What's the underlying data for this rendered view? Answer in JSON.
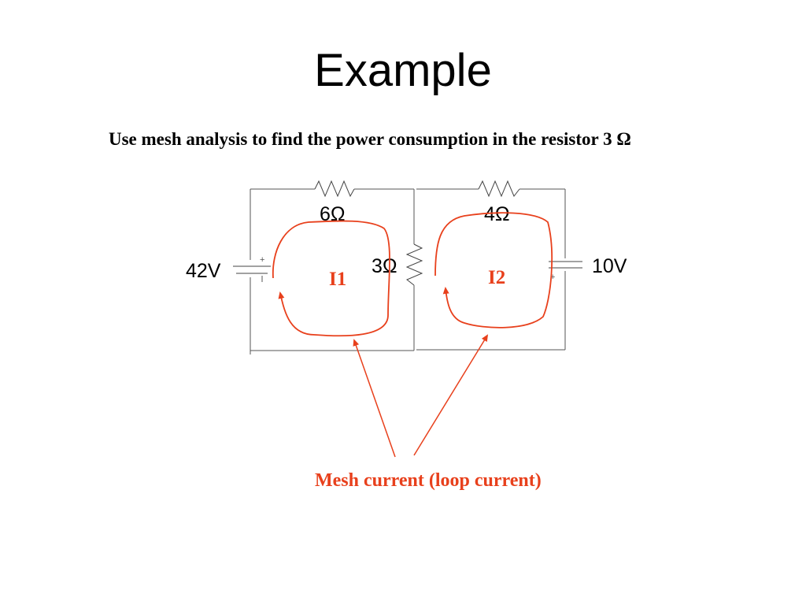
{
  "slide": {
    "title": "Example",
    "problem": "Use mesh analysis to find the power consumption in the resistor 3 Ω"
  },
  "circuit": {
    "source_left_label": "42V",
    "source_right_label": "10V",
    "resistor_top_left_label": "6Ω",
    "resistor_top_right_label": "4Ω",
    "resistor_middle_label": "3Ω",
    "plus_sign": "+",
    "mesh1_label": "I1",
    "mesh2_label": "I2",
    "caption": "Mesh current (loop current)",
    "accent_color": "#e8401c"
  }
}
